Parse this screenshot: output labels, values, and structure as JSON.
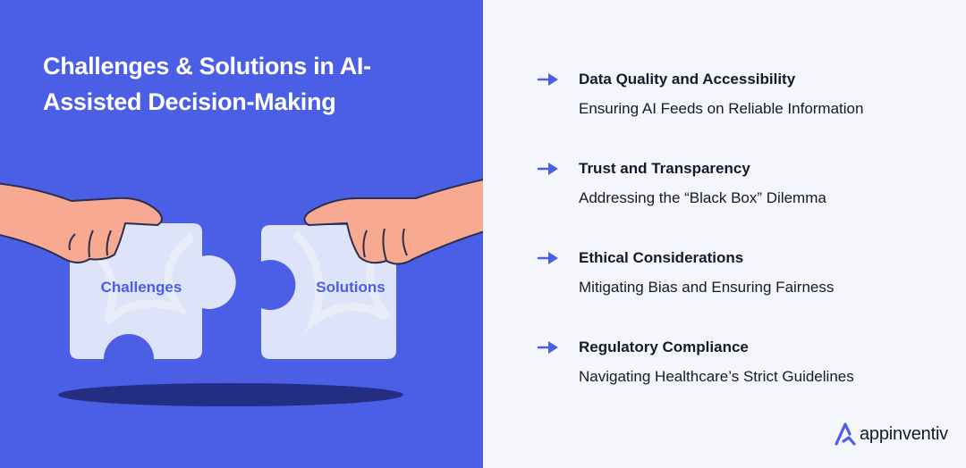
{
  "headline": {
    "line1": "Challenges & Solutions in AI-",
    "line2": "Assisted Decision-Making"
  },
  "puzzle": {
    "left_label": "Challenges",
    "right_label": "Solutions"
  },
  "items": [
    {
      "title": "Data Quality and Accessibility",
      "subtitle": "Ensuring AI Feeds on Reliable Information"
    },
    {
      "title": "Trust and Transparency",
      "subtitle": "Addressing the “Black Box” Dilemma"
    },
    {
      "title": "Ethical Considerations",
      "subtitle": "Mitigating Bias and Ensuring Fairness"
    },
    {
      "title": "Regulatory Compliance",
      "subtitle": "Navigating Healthcare’s Strict Guidelines"
    }
  ],
  "logo": {
    "text": "appinventiv"
  },
  "icons": {
    "bullet": "arrow-right-icon",
    "logo": "appinventiv-logo-icon"
  },
  "colors": {
    "left_bg": "#4a5fe5",
    "right_bg": "#f4f6fc",
    "accent": "#4a5fe5",
    "text": "#16192b",
    "puzzle_piece": "#dde3f8",
    "skin": "#f7a991"
  }
}
